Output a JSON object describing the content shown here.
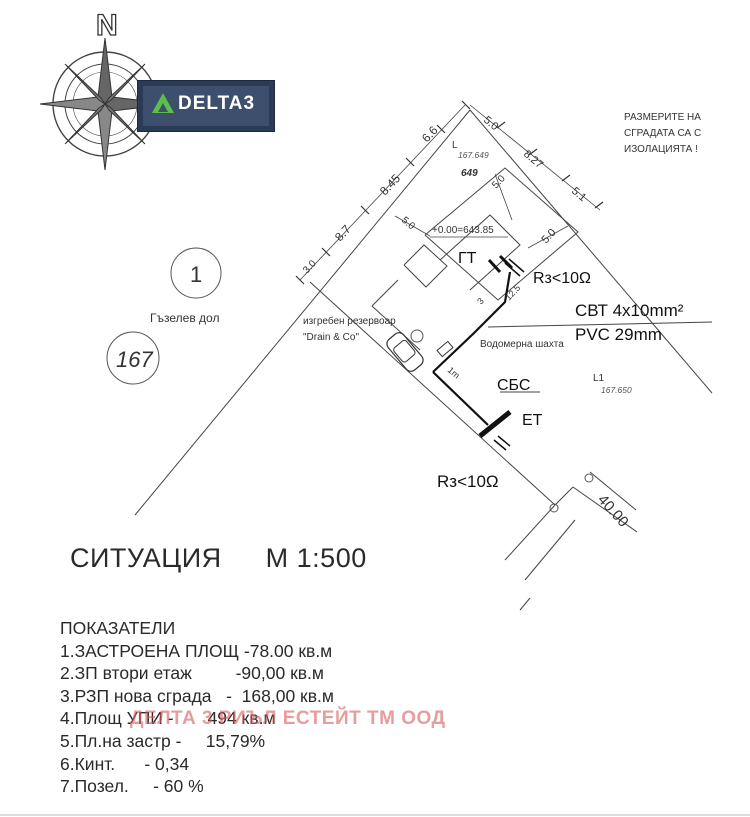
{
  "compass": {
    "north_label": "N"
  },
  "logo": {
    "text": "DELTA3"
  },
  "note": {
    "line1": "РАЗМЕРИТЕ НА",
    "line2": "СГРАДАТА СА С",
    "line3": "ИЗОЛАЦИЯТА !"
  },
  "plot": {
    "number": "1",
    "area_name": "Гъзелев дол",
    "parcel_number": "167",
    "lot_label": "649",
    "point_L": "L",
    "elev_L": "167.649",
    "point_L1": "L1",
    "elev_L1": "167.650",
    "zero_level": "+0.00=643.85"
  },
  "dimensions": {
    "d_66": "6.6",
    "d_845": "8.45",
    "d_87": "8.7",
    "d_30": "3.0",
    "d_50_top": "5.0",
    "d_827": "8.27",
    "d_51": "5.1",
    "d_50_right": "5.0",
    "d_50_inner_a": "5.0",
    "d_50_inner_b": "5.0",
    "d_125": "12.5",
    "d_3": "3",
    "d_1m": "1m",
    "road_width": "40.00"
  },
  "labels": {
    "tank_line1": "изгребен резервоар",
    "tank_line2": "\"Drain & Co\"",
    "water_meter": "Водомерна шахта",
    "gt": "ГТ",
    "rz_top": "Rз<10Ω",
    "cable_line1": "СВТ 4x10mm²",
    "cable_line2": "PVC 29mm",
    "sbs": "СБС",
    "et": "ЕТ",
    "rz_bottom": "Rз<10Ω"
  },
  "title": {
    "name": "СИТУАЦИЯ",
    "scale": "М 1:500"
  },
  "indicators": {
    "heading": "ПОКАЗАТЕЛИ",
    "items": [
      "1.ЗАСТРОЕНА ПЛОЩ -78.00 кв.м",
      "2.ЗП втори етаж         -90,00 кв.м",
      "3.РЗП нова сграда   -  168,00 кв.м",
      "4.Площ УПИ -       494 кв.м",
      "5.Пл.на застр -     15,79%",
      "6.Кинт.      - 0,34",
      "7.Позел.     - 60 %"
    ]
  },
  "watermark": "ДЕЛТА 3 РИЪЛ ЕСТЕЙТ ТМ ООД",
  "colors": {
    "line": "#3a3a3a",
    "thick_line": "#111111",
    "watermark": "#d65c5c",
    "logo_bg": "#2b3a55",
    "logo_accent": "#5bbf4a"
  }
}
